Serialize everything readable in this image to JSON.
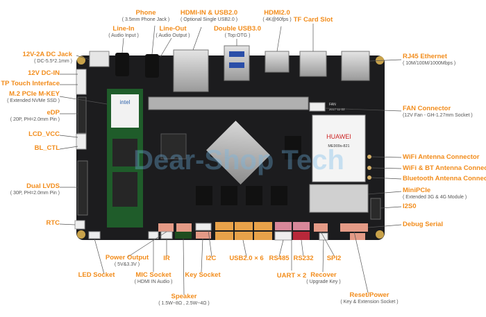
{
  "labels": {
    "phone": {
      "title": "Phone",
      "sub": "( 3.5mm Phone Jack )"
    },
    "hdmi_in": {
      "title": "HDMI-IN & USB2.0",
      "sub": "( Optional Single USB2.0 )"
    },
    "hdmi2": {
      "title": "HDMI2.0",
      "sub": "( 4K@60fps )"
    },
    "tf_card": {
      "title": "TF Card Slot",
      "sub": ""
    },
    "line_in": {
      "title": "Line-In",
      "sub": "( Audio Input )"
    },
    "line_out": {
      "title": "Line-Out",
      "sub": "( Audio Output )"
    },
    "usb3": {
      "title": "Double USB3.0",
      "sub": "( Top:OTG )"
    },
    "dc_jack": {
      "title": "12V-2A DC Jack",
      "sub": "( DC-5.5*2.1mm )"
    },
    "dc_in": {
      "title": "12V DC-IN",
      "sub": ""
    },
    "tp_touch": {
      "title": "TP Touch Interface",
      "sub": ""
    },
    "m2": {
      "title": "M.2 PCIe M-KEY",
      "sub": "( Extended NVMe SSD )"
    },
    "edp": {
      "title": "eDP",
      "sub": "( 20P,  PH=2.0mm Pin )"
    },
    "lcd_vcc": {
      "title": "LCD_VCC",
      "sub": ""
    },
    "bl_ctl": {
      "title": "BL_CTL",
      "sub": ""
    },
    "dual_lvds": {
      "title": "Dual LVDS",
      "sub": "( 30P,  PH=2.0mm Pin )"
    },
    "rtc": {
      "title": "RTC",
      "sub": ""
    },
    "rj45": {
      "title": "RJ45 Ethernet",
      "sub": "( 10M/100M/1000Mbps )"
    },
    "fan": {
      "title": "FAN Connector",
      "sub": "(12V Fan - GH-1.27mm Socket )"
    },
    "wifi_ant": {
      "title": "WiFi Antenna Connector",
      "sub": ""
    },
    "wifi_bt_ant": {
      "title": "WiFi & BT Antenna Connector",
      "sub": ""
    },
    "bt_ant": {
      "title": "Bluetooth Antenna Connector",
      "sub": ""
    },
    "minipcie": {
      "title": "MiniPCIe",
      "sub": "( Extended 3G & 4G Module )"
    },
    "i2s0": {
      "title": "I2S0",
      "sub": ""
    },
    "debug": {
      "title": "Debug Serial",
      "sub": ""
    },
    "led": {
      "title": "LED Socket",
      "sub": ""
    },
    "power_out": {
      "title": "Power Output",
      "sub": "( 5V&3.3V )"
    },
    "mic": {
      "title": "MIC Socket",
      "sub": "( HDMI IN Audio )"
    },
    "ir": {
      "title": "IR",
      "sub": ""
    },
    "speaker": {
      "title": "Speaker",
      "sub": "( 1.5W~8Ω , 2.5W~4Ω )"
    },
    "key": {
      "title": "Key Socket",
      "sub": ""
    },
    "i2c": {
      "title": "I2C",
      "sub": ""
    },
    "usb2x6": {
      "title": "USB2.0 × 6",
      "sub": ""
    },
    "rs485": {
      "title": "RS485",
      "sub": ""
    },
    "rs232": {
      "title": "RS232",
      "sub": ""
    },
    "uart": {
      "title": "UART × 2",
      "sub": ""
    },
    "spi2": {
      "title": "SPI2",
      "sub": ""
    },
    "recover": {
      "title": "Recover",
      "sub": "( Upgrade Key )"
    },
    "reset": {
      "title": "Reset/Power",
      "sub": "( Key & Extension Socket )"
    }
  },
  "board": {
    "ssd_brand": "intel",
    "module_brand": "HUAWEI",
    "module_model": "ME909s-821",
    "fan_silk": "FAN",
    "sn_silk": "2017-11-22",
    "watermark": "Dear-Shop Tech"
  },
  "colors": {
    "accent": "#f28c1b",
    "board": "#1c1c1e",
    "connector_orange": "#e8a24a",
    "connector_pink": "#d8879a",
    "connector_salmon": "#e49a86",
    "connector_red": "#b8283a"
  }
}
